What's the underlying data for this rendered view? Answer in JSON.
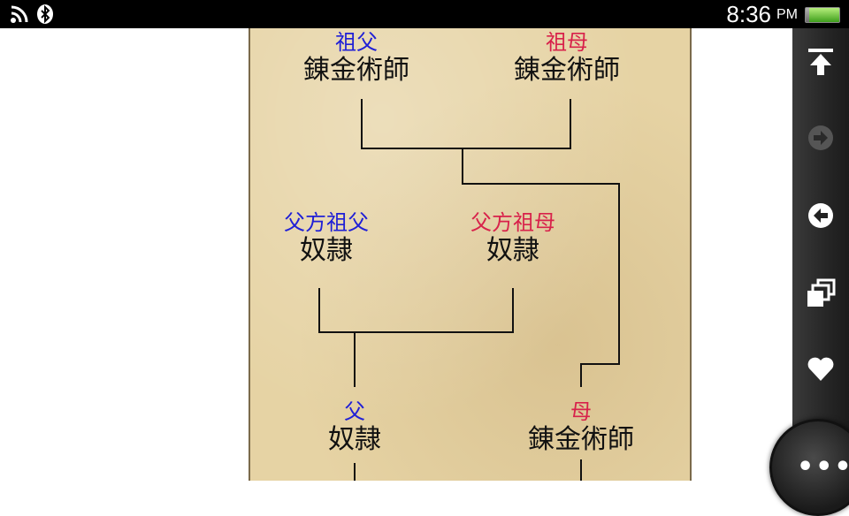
{
  "status_bar": {
    "time": "8:36",
    "ampm": "PM",
    "battery_level": 0.9,
    "icons": [
      "wifi-icon",
      "bluetooth-icon"
    ]
  },
  "family_tree": {
    "grandfather": {
      "role": "祖父",
      "occupation": "錬金術師"
    },
    "grandmother": {
      "role": "祖母",
      "occupation": "錬金術師"
    },
    "paternal_grandfather": {
      "role": "父方祖父",
      "occupation": "奴隷"
    },
    "paternal_grandmother": {
      "role": "父方祖母",
      "occupation": "奴隷"
    },
    "father": {
      "role": "父",
      "occupation": "奴隷"
    },
    "mother": {
      "role": "母",
      "occupation": "錬金術師"
    }
  },
  "colors": {
    "male_role": "#2020d6",
    "female_role": "#d8224b",
    "parchment": "#e6d3a4"
  },
  "toolbar": {
    "buttons": [
      "scroll-top-icon",
      "forward-icon",
      "back-icon",
      "tabs-icon",
      "bookmark-heart-icon"
    ],
    "menu_label": "•••"
  }
}
